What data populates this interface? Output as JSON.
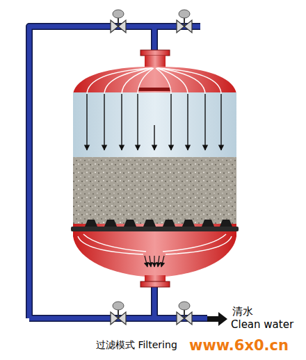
{
  "diagram": {
    "caption": "过滤模式 Filtering",
    "labels": [
      "清水",
      "Clean water",
      "www.6x0.cn"
    ]
  }
}
